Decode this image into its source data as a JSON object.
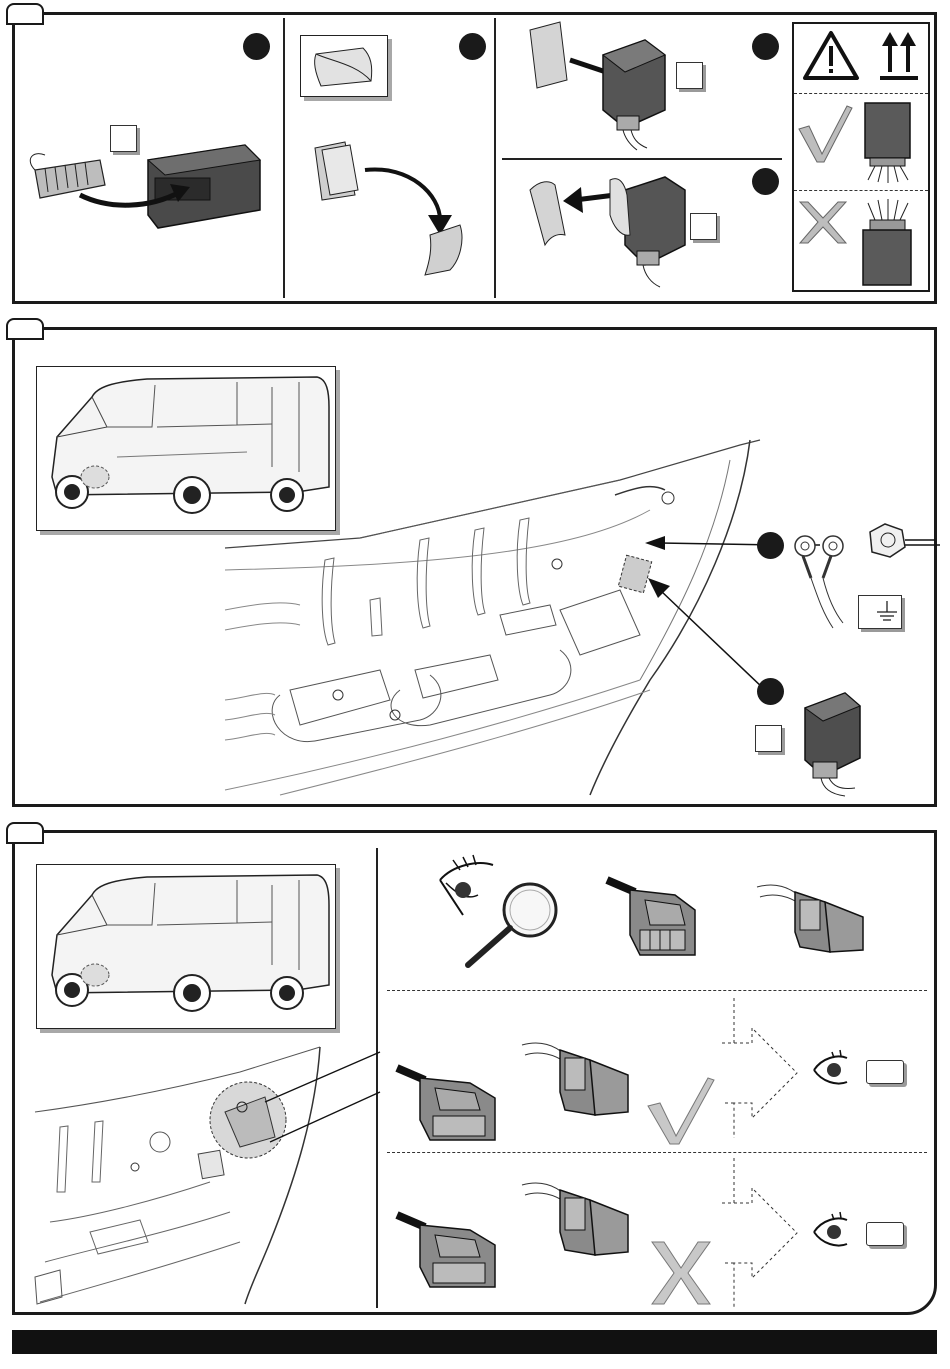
{
  "document": {
    "title": "",
    "colors": {
      "ink": "#1a1a1a",
      "module": "#5a5a5a",
      "module_light": "#8c8c8c",
      "check": "#bdbdbd",
      "footer": "#111111"
    }
  },
  "panels": [
    {
      "id": "step-a",
      "sub_steps": [
        "connect-plug",
        "peel-backing",
        "stick-module",
        "remove-pad"
      ],
      "warning_icons": [
        "warning-triangle-icon",
        "this-side-up-icon",
        "check-icon",
        "cross-icon"
      ]
    },
    {
      "id": "step-b",
      "icons": [
        "earth-ground-icon",
        "ring-terminal-icon",
        "nut-icon"
      ]
    },
    {
      "id": "step-c",
      "icons": [
        "eye-icon",
        "magnifier-icon",
        "check-icon",
        "cross-icon"
      ]
    }
  ]
}
